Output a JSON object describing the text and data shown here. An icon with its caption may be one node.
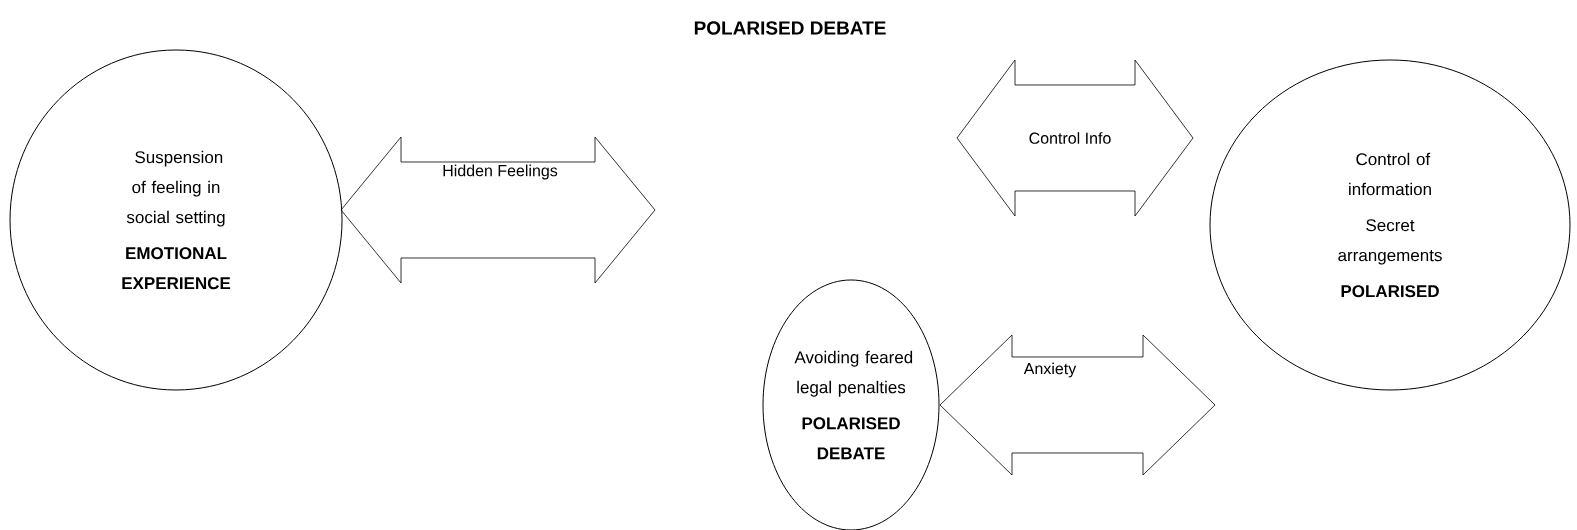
{
  "diagram": {
    "title": "POLARISED DEBATE",
    "nodes": [
      {
        "text": [
          "Suspension of feeling in social setting",
          "EMOTIONAL EXPERIENCE"
        ]
      },
      {
        "text": [
          "Avoiding feared legal penalties",
          "POLARISED DEBATE"
        ]
      },
      {
        "text": [
          "Control of information",
          "Secret arrangements",
          "POLARISED"
        ]
      }
    ],
    "edges": [
      {
        "from": 0,
        "to": 1,
        "arrow": "both",
        "label": "Hidden Feelings"
      },
      {
        "from": 1,
        "to": 2,
        "arrow": "both",
        "label": "Control Info"
      },
      {
        "from": 1,
        "to": 2,
        "arrow": "both",
        "label": "Anxiety"
      }
    ]
  }
}
